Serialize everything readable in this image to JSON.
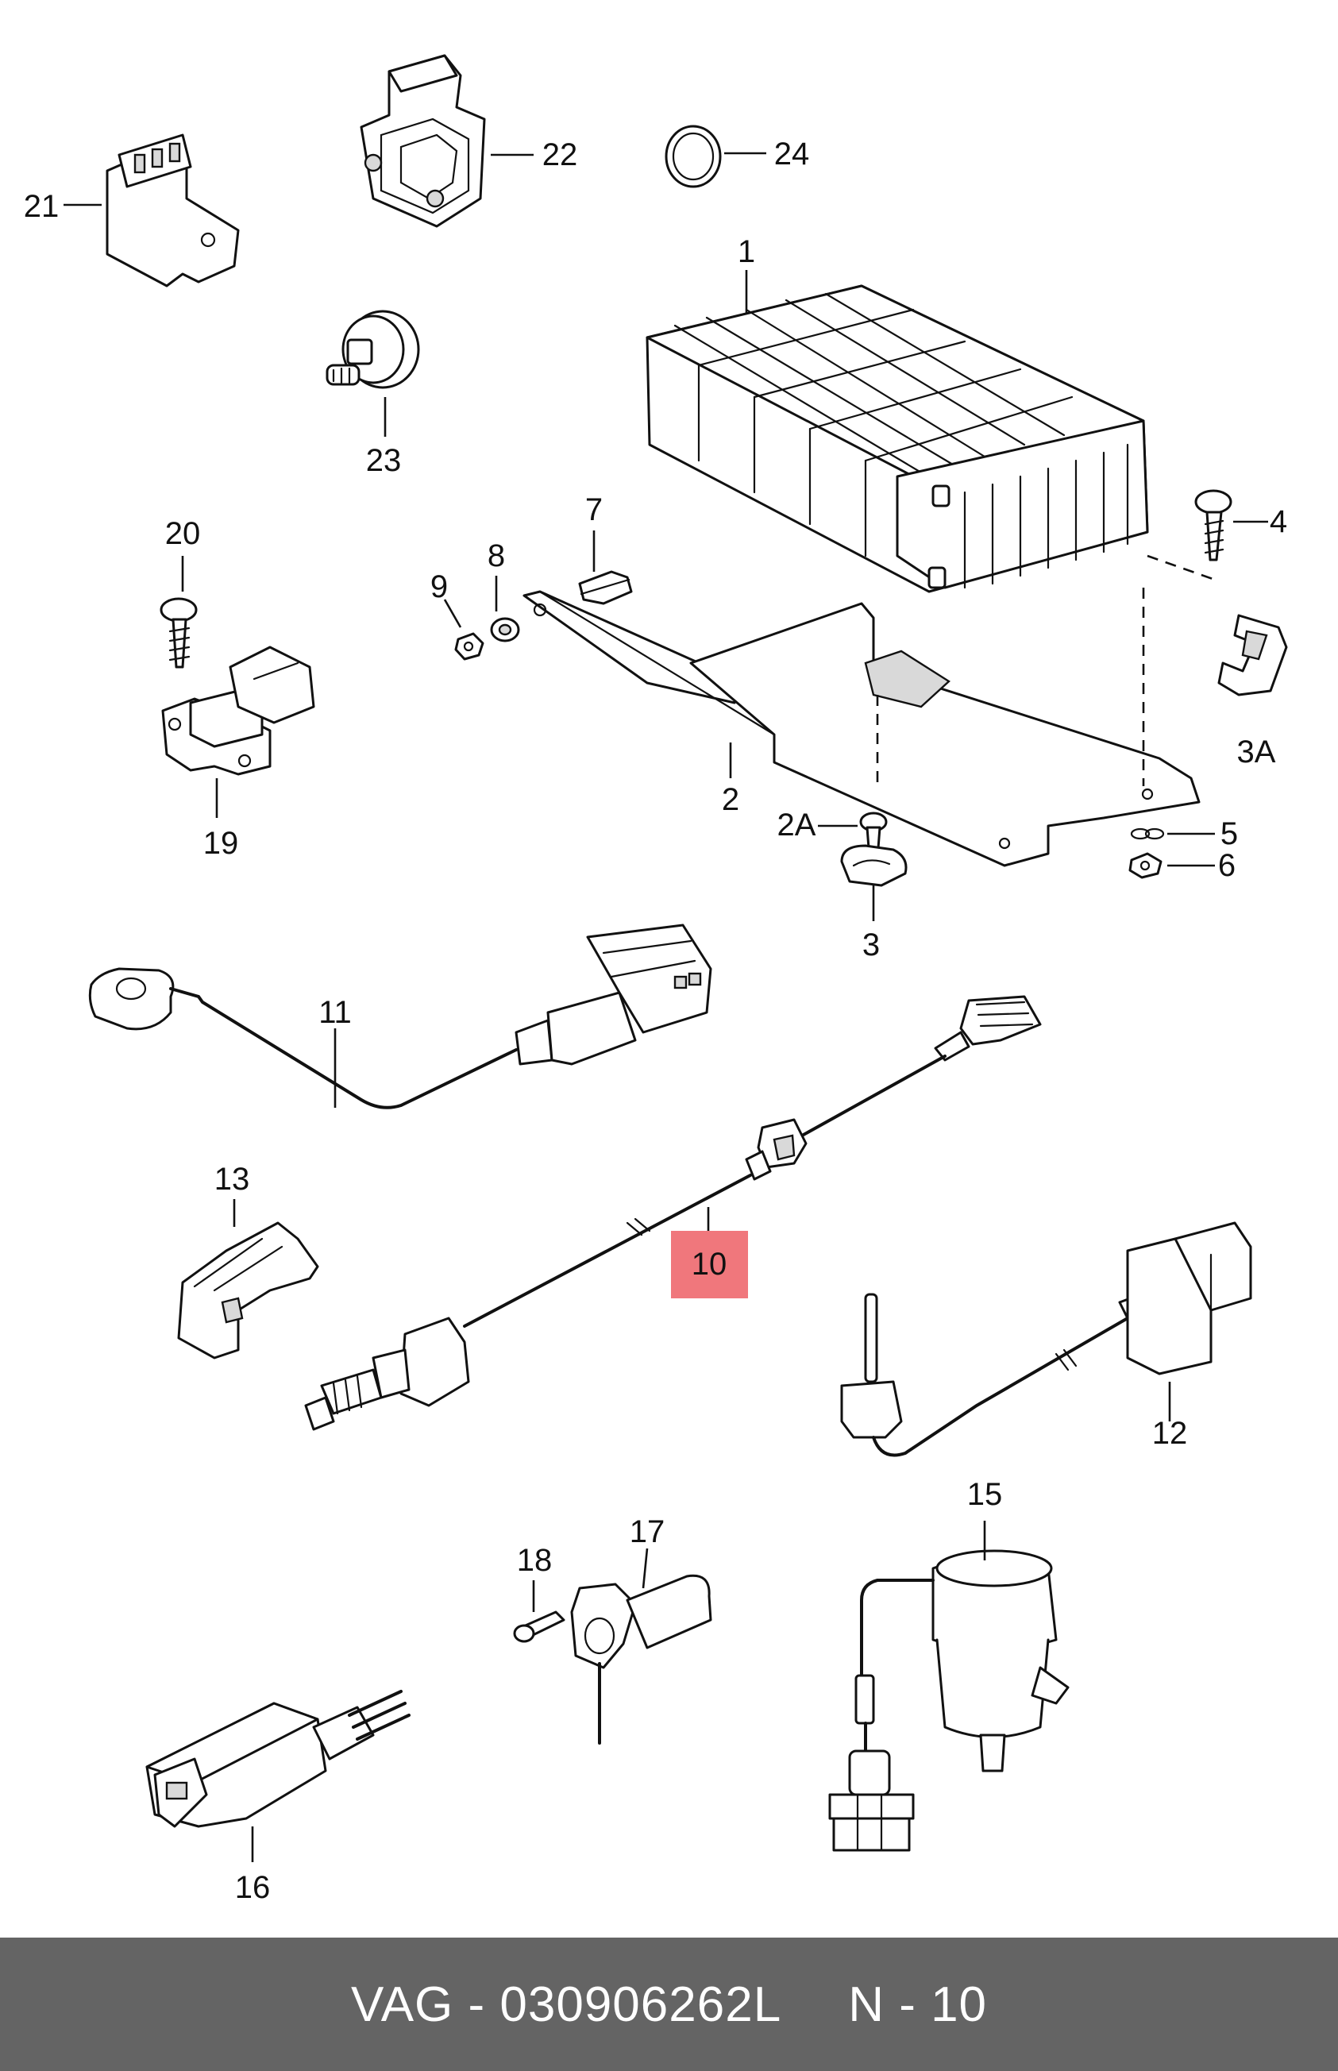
{
  "labels": {
    "p1": "1",
    "p2": "2",
    "p2A": "2A",
    "p3": "3",
    "p3A": "3A",
    "p4": "4",
    "p5": "5",
    "p6": "6",
    "p7": "7",
    "p8": "8",
    "p9": "9",
    "p10": "10",
    "p11": "11",
    "p12": "12",
    "p13": "13",
    "p15": "15",
    "p16": "16",
    "p17": "17",
    "p18": "18",
    "p19": "19",
    "p20": "20",
    "p21": "21",
    "p22": "22",
    "p23": "23",
    "p24": "24"
  },
  "highlighted_part": "10",
  "footer": {
    "part_number": "VAG - 030906262L",
    "position": "N - 10"
  },
  "colors": {
    "highlight": "#f0777c",
    "footer_background": "#646464",
    "footer_text": "#ffffff",
    "line_art": "#111111"
  }
}
